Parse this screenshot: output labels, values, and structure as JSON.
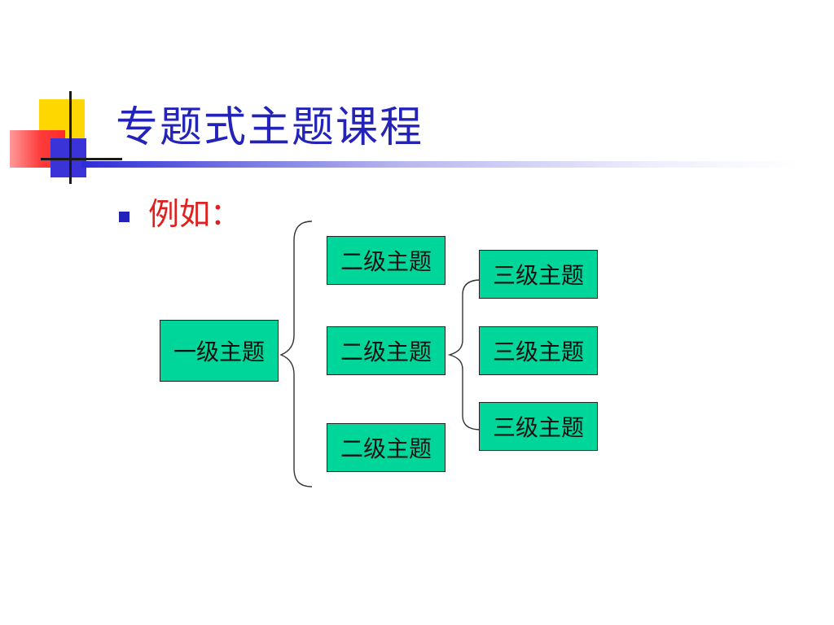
{
  "slide": {
    "title": "专题式主题课程",
    "bullet": "例如："
  },
  "diagram": {
    "root": {
      "label": "一级主题"
    },
    "level2": [
      {
        "label": "二级主题"
      },
      {
        "label": "二级主题"
      },
      {
        "label": "二级主题"
      }
    ],
    "level3": [
      {
        "label": "三级主题"
      },
      {
        "label": "三级主题"
      },
      {
        "label": "三级主题"
      }
    ],
    "colors": {
      "node_fill": "#00d69a",
      "title": "#2323b8",
      "bullet_text": "#e0201f"
    }
  }
}
